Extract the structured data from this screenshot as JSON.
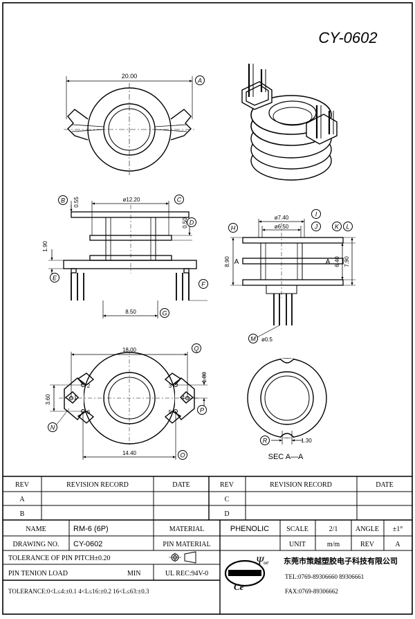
{
  "drawing": {
    "number_big": "CY-0602",
    "dims": {
      "top_width": "20.00",
      "d1220": "ø12.20",
      "d055": "0.55",
      "d050": "0.50",
      "d190": "1.90",
      "d850": "8.50",
      "d740": "ø7.40",
      "d650": "ø6.50",
      "d890": "8.90",
      "d640": "6.40",
      "d790": "7.90",
      "dpin": "ø0.5",
      "d1800": "18.00",
      "d180": "1.80",
      "d360": "3.60",
      "d1440": "14.40",
      "d130": "1.30"
    },
    "callouts": [
      "A",
      "B",
      "C",
      "D",
      "E",
      "F",
      "G",
      "H",
      "I",
      "J",
      "K",
      "L",
      "M",
      "N",
      "O",
      "P",
      "Q",
      "R"
    ],
    "section_letter": "A",
    "pins": [
      "1",
      "2",
      "3",
      "4",
      "5",
      "6"
    ],
    "section_label": "SEC A—A"
  },
  "revision": {
    "headers": [
      "REV",
      "REVISION RECORD",
      "DATE",
      "REV",
      "REVISION RECORD",
      "DATE"
    ],
    "rows": [
      [
        "A",
        "",
        "",
        "C",
        "",
        ""
      ],
      [
        "B",
        "",
        "",
        "D",
        "",
        ""
      ]
    ]
  },
  "title_block": {
    "name_label": "NAME",
    "name_value": "RM-6 (6P)",
    "material_label": "MATERIAL",
    "material_value": "PHENOLIC",
    "scale_label": "SCALE",
    "scale_value": "2/1",
    "angle_label": "ANGLE",
    "angle_value": "±1°",
    "drawing_no_label": "DRAWING NO.",
    "drawing_no_value": "CY-0602",
    "pin_material_label": "PIN MATERIAL",
    "unit_label": "UNIT",
    "unit_value": "m/m",
    "rev_label": "REV",
    "rev_value": "A",
    "tol_pitch": "TOLERANCE OF PIN PITCH±0.20",
    "pin_load_label": "PIN TENION LOAD",
    "pin_load_unit": "MIN",
    "ul_rec": "UL REC:94V-0",
    "tolerance": "TOLERANCE:0<L≤4:±0.1   4<L≤16:±0.2   16<L≤63:±0.3",
    "company_name": "东莞市策越塑胶电子科技有限公司",
    "tel": "TEL:0769-89306660 89306661",
    "fax": "FAX:0769-89306662",
    "logo_text": "CEJUE"
  }
}
